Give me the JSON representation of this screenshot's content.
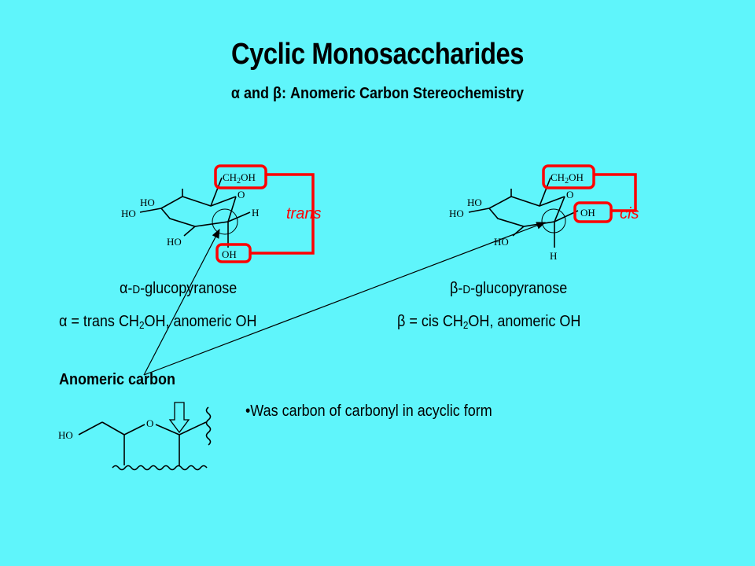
{
  "title": "Cyclic Monosaccharides",
  "subtitle": {
    "alpha": "α",
    "and": " and ",
    "beta": "β",
    "rest": ": Anomeric Carbon Stereochemistry"
  },
  "alpha_structure": {
    "labels": {
      "ch2oh_c": "CH",
      "ch2oh_sub": "2",
      "ch2oh_oh": "OH",
      "ring_o": "O",
      "ho1": "HO",
      "ho2": "HO",
      "ho3": "HO",
      "h": "H",
      "oh": "OH"
    },
    "tag": "trans",
    "name": {
      "greek": "α",
      "dash": "-",
      "d": "D",
      "rest": "-glucopyranose"
    },
    "definition": {
      "greek": "α",
      "pre": " = trans CH",
      "sub": "2",
      "post": "OH, anomeric OH"
    }
  },
  "beta_structure": {
    "labels": {
      "ch2oh_c": "CH",
      "ch2oh_sub": "2",
      "ch2oh_oh": "OH",
      "ring_o": "O",
      "ho1": "HO",
      "ho2": "HO",
      "ho3": "HO",
      "oh": "OH",
      "h": "H"
    },
    "tag": "cis",
    "name": {
      "greek": "β",
      "dash": "-",
      "d": "D",
      "rest": "-glucopyranose"
    },
    "definition": {
      "greek": "β",
      "pre": " = cis CH",
      "sub": "2",
      "post": "OH, anomeric OH"
    }
  },
  "anomeric": {
    "label": "Anomeric carbon",
    "bullet": "•Was carbon of carbonyl in acyclic form",
    "acyclic": {
      "ho": "HO",
      "o": "O"
    }
  },
  "colors": {
    "background": "#5ff5fb",
    "highlight": "#ff0000",
    "ink": "#000000"
  }
}
